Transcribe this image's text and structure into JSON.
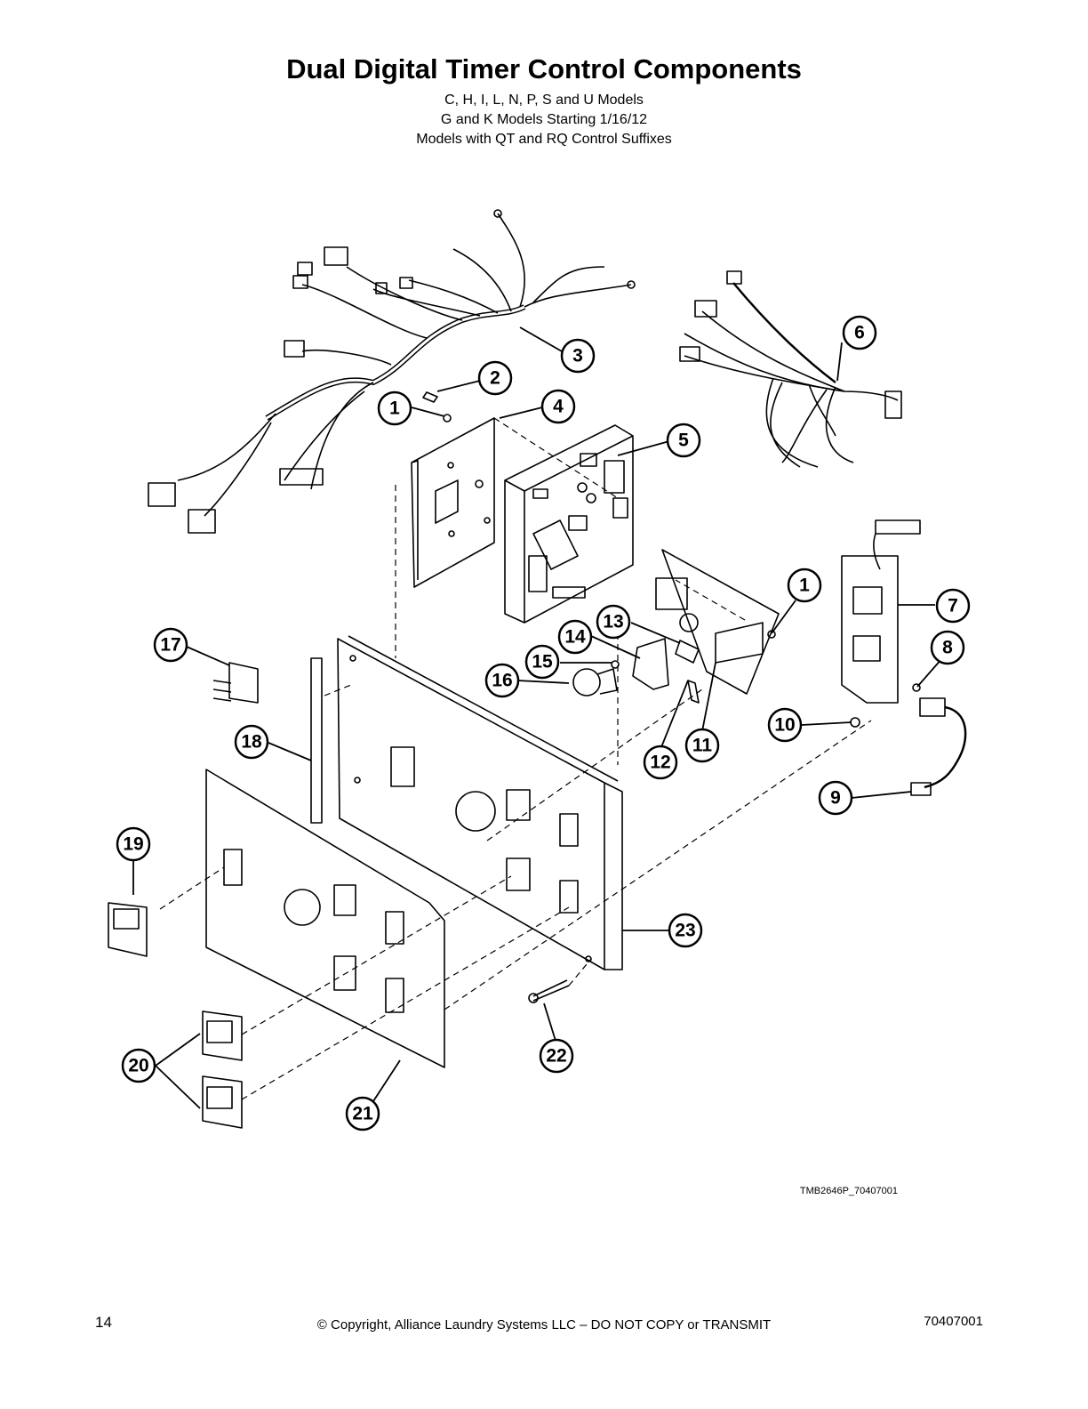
{
  "header": {
    "title": "Dual Digital Timer Control Components",
    "subtitle_lines": [
      "C, H, I, L, N, P, S and U Models",
      "G and K Models Starting 1/16/12",
      "Models with QT and RQ Control Suffixes"
    ]
  },
  "callouts": [
    "1",
    "2",
    "3",
    "4",
    "5",
    "6",
    "1",
    "7",
    "8",
    "13",
    "14",
    "15",
    "16",
    "17",
    "10",
    "18",
    "11",
    "12",
    "9",
    "19",
    "23",
    "20",
    "22",
    "21"
  ],
  "reference": "TMB2646P_70407001",
  "footer": {
    "page_number": "14",
    "copyright": "© Copyright, Alliance Laundry Systems LLC – DO NOT COPY or TRANSMIT",
    "doc_number": "70407001"
  }
}
